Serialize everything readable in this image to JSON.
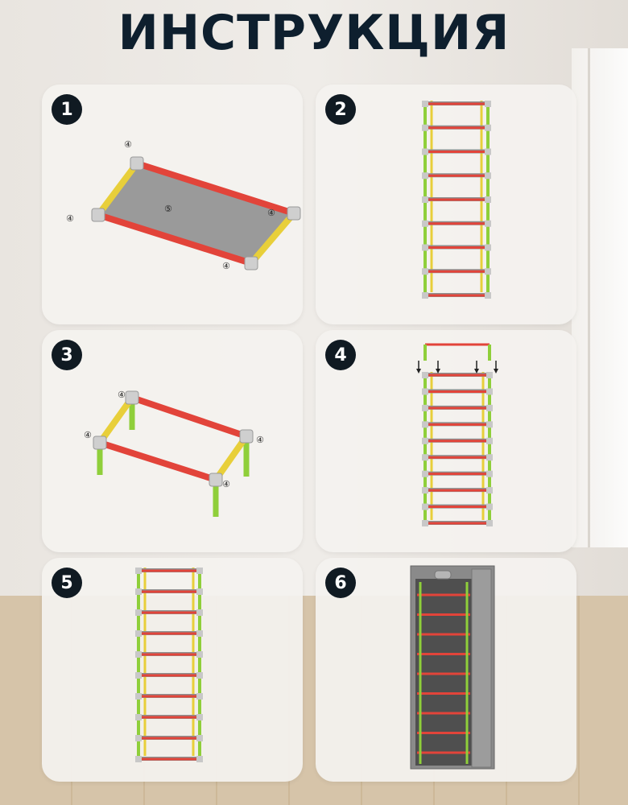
{
  "title": "ИНСТРУКЦИЯ",
  "steps": [
    {
      "number": "1",
      "parts": [
        "④",
        "④",
        "④",
        "④",
        "⑤"
      ]
    },
    {
      "number": "2"
    },
    {
      "number": "3",
      "parts": [
        "④",
        "④",
        "④",
        "④"
      ]
    },
    {
      "number": "4"
    },
    {
      "number": "5"
    },
    {
      "number": "6"
    }
  ],
  "colors": {
    "title": "#0e1f2e",
    "badge": "#101a22",
    "red_tube": "#e2443a",
    "yellow_tube": "#e8cf3a",
    "green_tube": "#8fcf3a",
    "connector": "#c8c8c8",
    "shelf_fabric": "#8f8f8f",
    "cover": "#8a8a8a"
  }
}
